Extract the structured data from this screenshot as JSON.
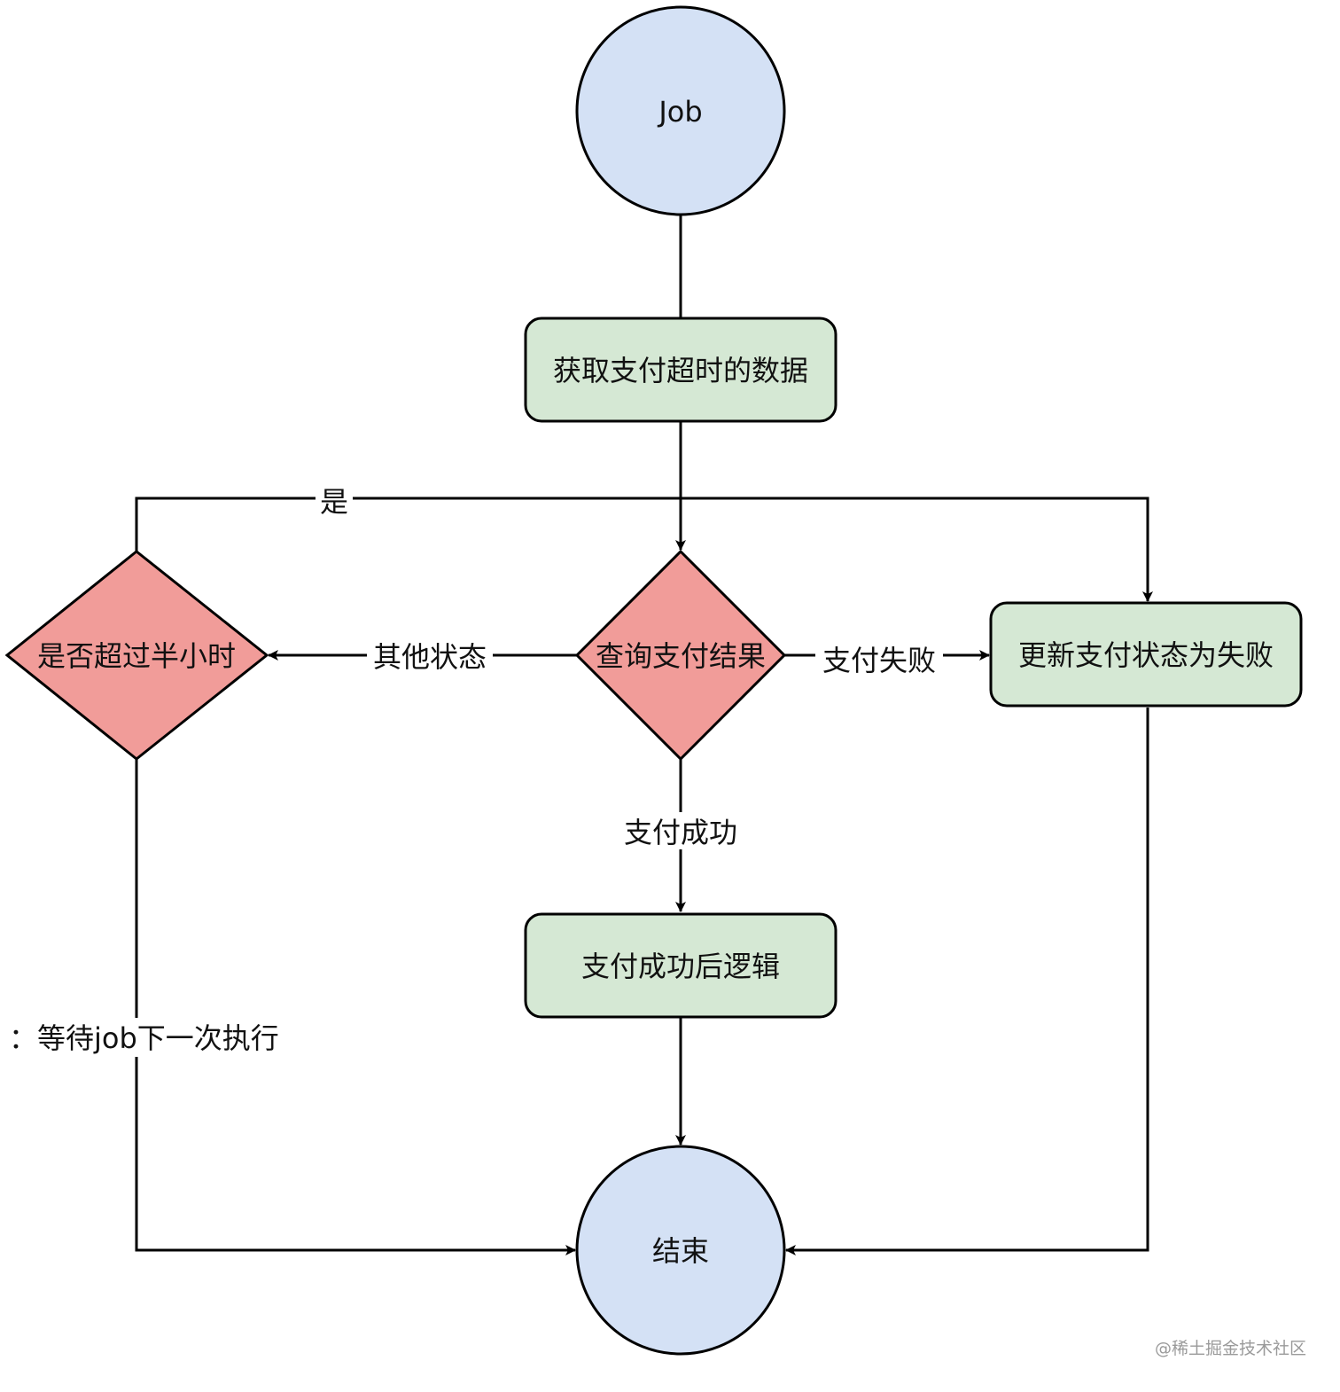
{
  "colors": {
    "terminal_fill": "#d4e1f5",
    "process_fill": "#d5e8d4",
    "decision_fill": "#f19c99",
    "stroke": "#000000",
    "watermark": "#9a9a9a"
  },
  "nodes": {
    "start": "Job",
    "fetch": "获取支付超时的数据",
    "query": "查询支付结果",
    "check_timeout": "是否超过半小时",
    "update_failed": "更新支付状态为失败",
    "success_logic": "支付成功后逻辑",
    "end": "结束"
  },
  "edges": {
    "yes": "是",
    "other_status": "其他状态",
    "pay_failed": "支付失败",
    "pay_success": "支付成功",
    "wait_next": "：等待job下一次执行"
  },
  "watermark": "@稀土掘金技术社区"
}
